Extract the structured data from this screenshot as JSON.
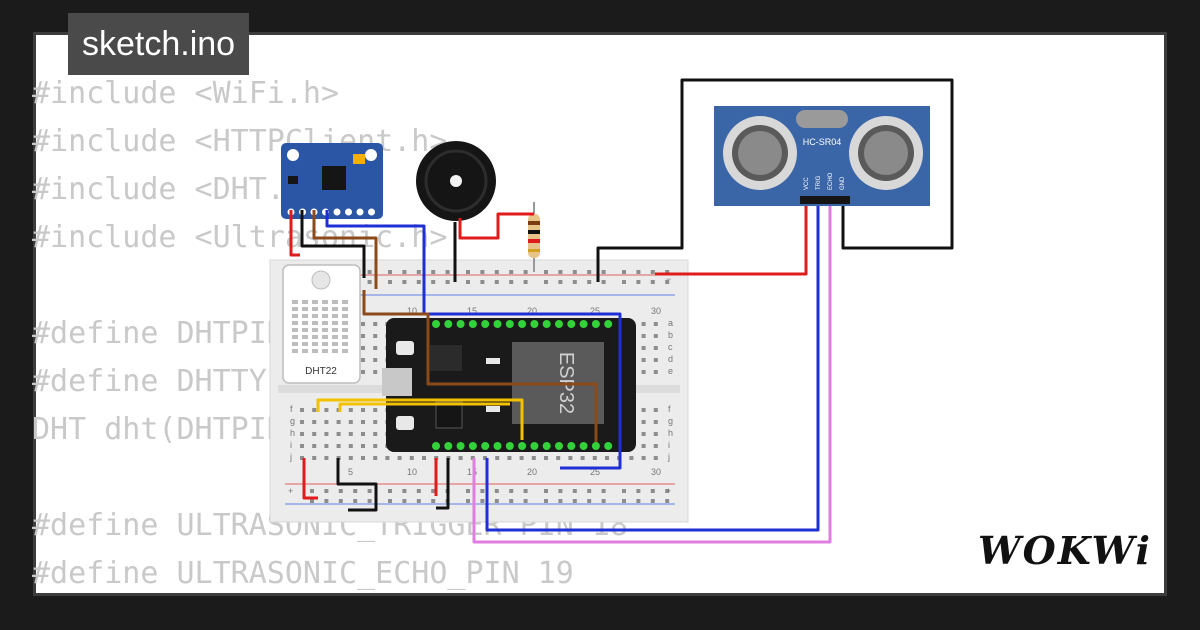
{
  "tab": {
    "title": "sketch.ino"
  },
  "code_lines": [
    "#include <WiFi.h>",
    "#include <HTTPClient.h>",
    "#include <DHT.h>",
    "#include <Ultrasonic.h>",
    "",
    "#define DHTPIN 15",
    "#define DHTTYPE DHT22",
    "DHT dht(DHTPIN, DHTTYPE);",
    "",
    "#define ULTRASONIC_TRIGGER_PIN 18",
    "#define ULTRASONIC_ECHO_PIN 19"
  ],
  "logo": {
    "text": "WOKWi"
  },
  "parts": {
    "dht": {
      "label": "DHT22"
    },
    "esp32": {
      "label": "ESP32"
    },
    "hcsr04": {
      "label": "HC-SR04",
      "pins": [
        "VCC",
        "TRIG",
        "ECHO",
        "GND"
      ]
    },
    "breadboard": {
      "row_letters": [
        "a",
        "b",
        "c",
        "d",
        "e",
        "f",
        "g",
        "h",
        "i",
        "j"
      ],
      "col_numbers": [
        "5",
        "10",
        "15",
        "20",
        "25",
        "30"
      ]
    }
  },
  "colors": {
    "background": "#1b1b1b",
    "wire_red": "#e01b1b",
    "wire_black": "#111111",
    "wire_blue": "#1f2fd6",
    "wire_brown": "#8b4a1a",
    "wire_yellow": "#f2c200",
    "wire_pink": "#e07ee0",
    "pcb_blue": "#3a66a8",
    "esp_board": "#1a1a1a"
  }
}
